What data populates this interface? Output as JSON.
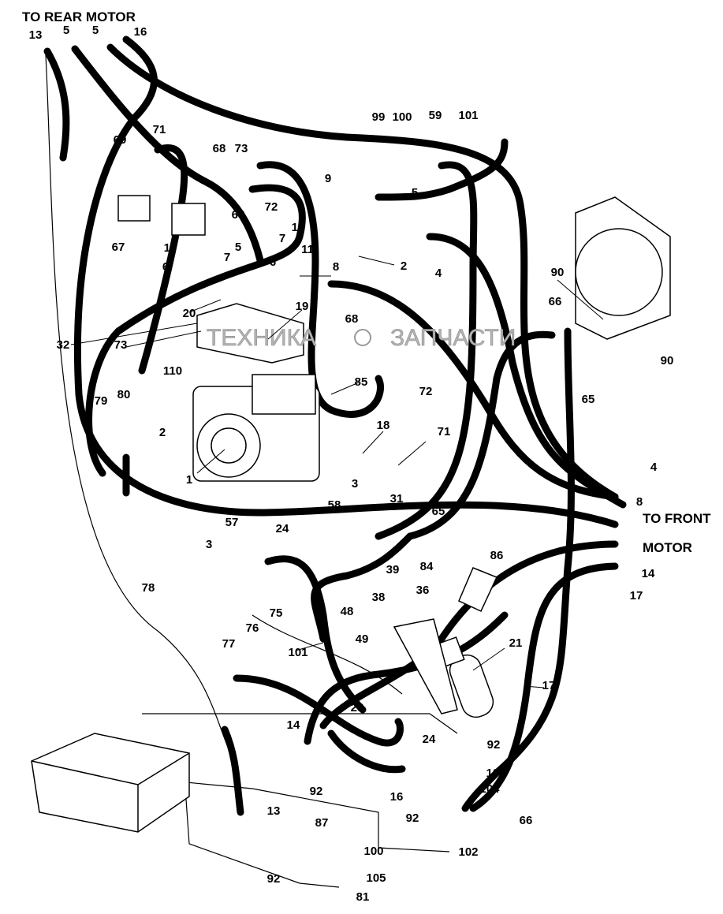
{
  "notes": {
    "rear": "TO REAR MOTOR",
    "front_1": "TO FRONT",
    "front_2": "MOTOR"
  },
  "watermark": {
    "left": "ТЕХНИКА",
    "right": "ЗАПЧАСТИ"
  },
  "callouts": [
    "13",
    "5",
    "5",
    "16",
    "71",
    "69",
    "68",
    "73",
    "68",
    "72",
    "67",
    "99",
    "100",
    "59",
    "101",
    "9",
    "5",
    "2",
    "4",
    "10",
    "7",
    "5",
    "7",
    "10",
    "6",
    "6",
    "11",
    "8",
    "20",
    "19",
    "90",
    "66",
    "90",
    "65",
    "68",
    "72",
    "85",
    "32",
    "73",
    "110",
    "79",
    "80",
    "2",
    "18",
    "71",
    "1",
    "3",
    "31",
    "58",
    "65",
    "4",
    "8",
    "57",
    "24",
    "3",
    "14",
    "17",
    "39",
    "84",
    "86",
    "36",
    "38",
    "78",
    "48",
    "49",
    "21",
    "77",
    "76",
    "75",
    "101",
    "17",
    "23",
    "14",
    "24",
    "92",
    "103",
    "104",
    "92",
    "16",
    "92",
    "87",
    "66",
    "13",
    "102",
    "100",
    "105",
    "92",
    "81"
  ]
}
